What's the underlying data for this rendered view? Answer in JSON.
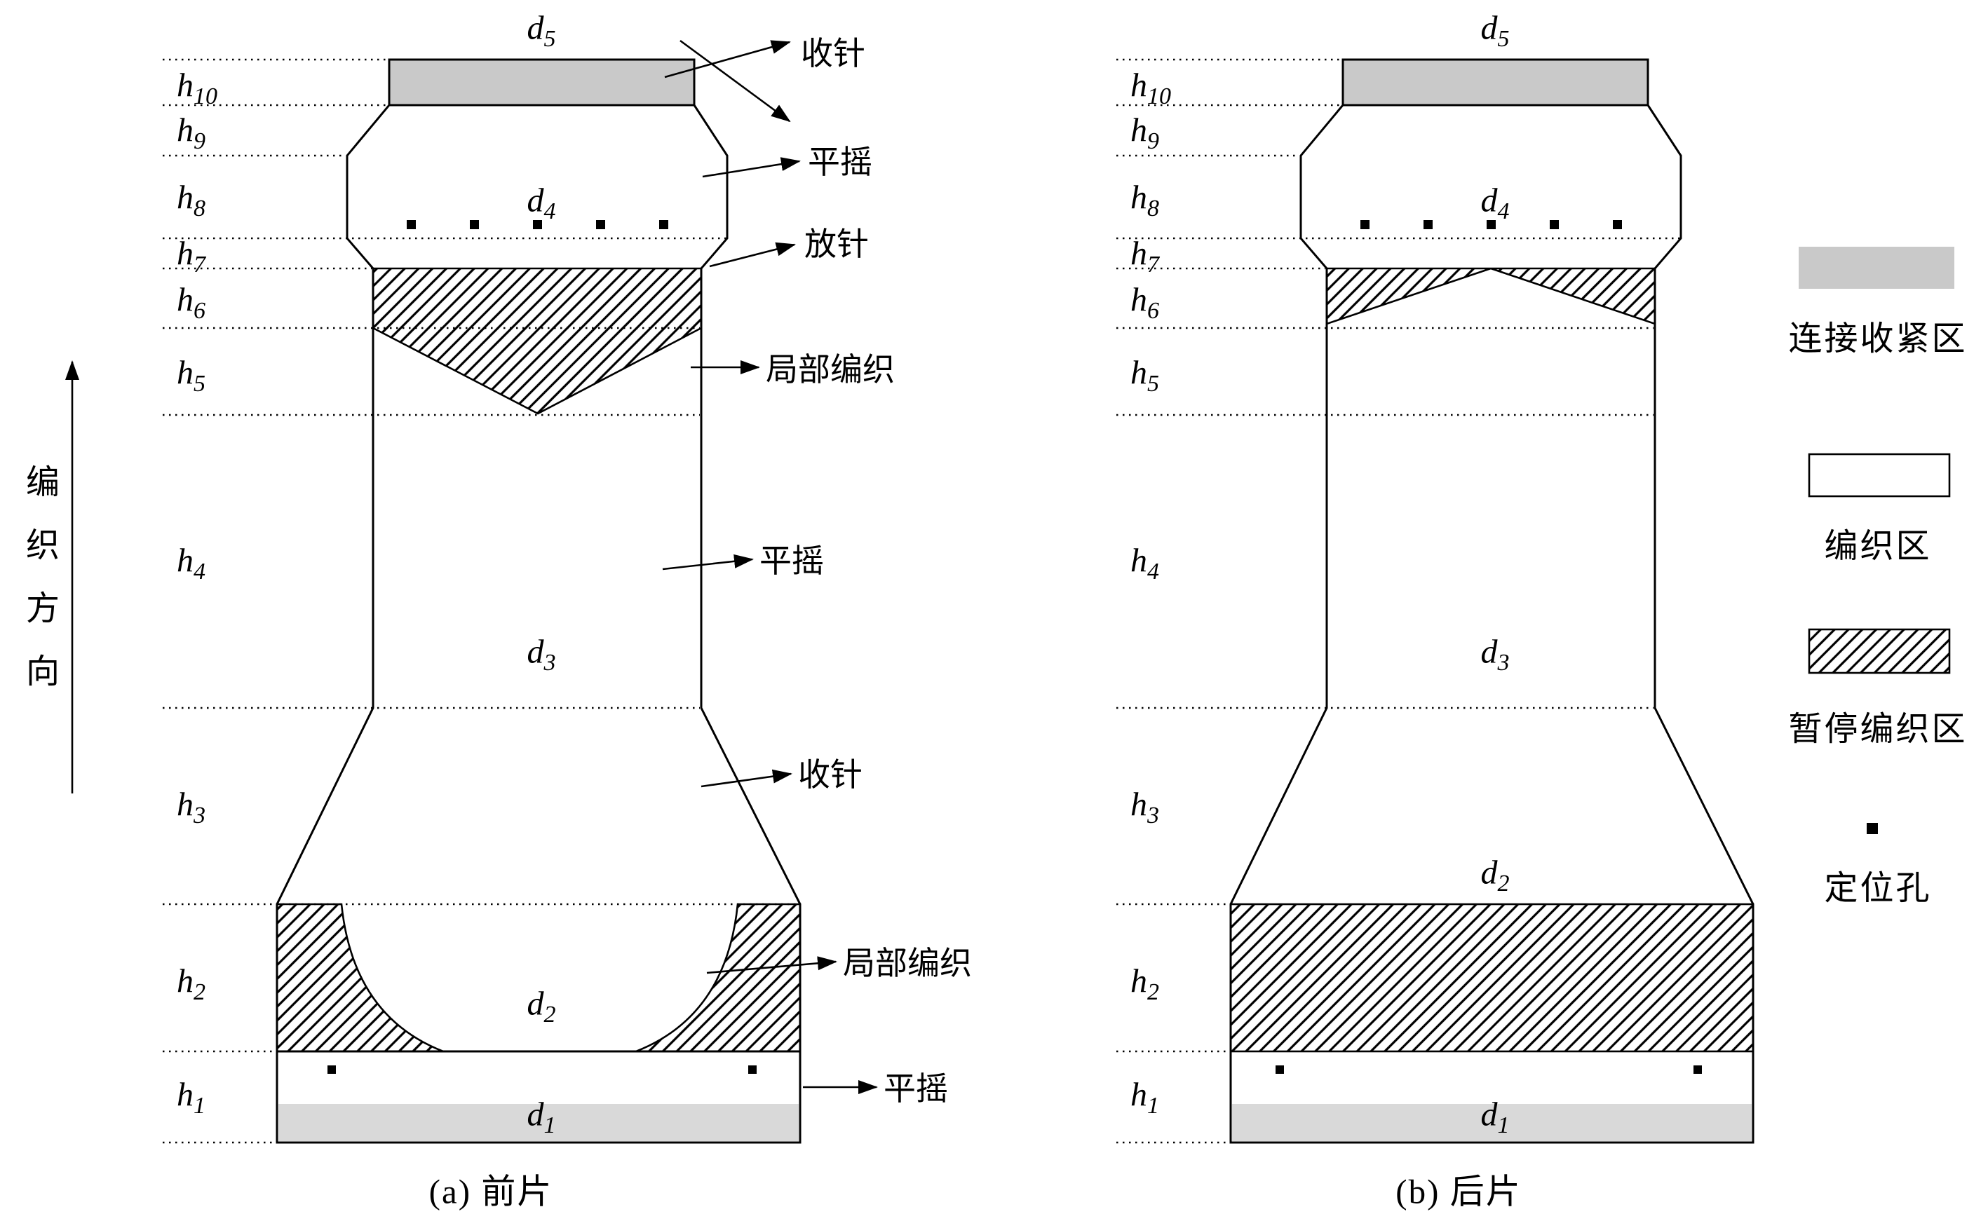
{
  "figure": {
    "direction_label": "编织方向",
    "caption_a": "(a)  前片",
    "caption_b": "(b)  后片"
  },
  "labels": {
    "h": [
      {
        "base": "h",
        "sub": "1"
      },
      {
        "base": "h",
        "sub": "2"
      },
      {
        "base": "h",
        "sub": "3"
      },
      {
        "base": "h",
        "sub": "4"
      },
      {
        "base": "h",
        "sub": "5"
      },
      {
        "base": "h",
        "sub": "6"
      },
      {
        "base": "h",
        "sub": "7"
      },
      {
        "base": "h",
        "sub": "8"
      },
      {
        "base": "h",
        "sub": "9"
      },
      {
        "base": "h",
        "sub": "10"
      }
    ],
    "d": [
      {
        "base": "d",
        "sub": "1"
      },
      {
        "base": "d",
        "sub": "2"
      },
      {
        "base": "d",
        "sub": "3"
      },
      {
        "base": "d",
        "sub": "4"
      },
      {
        "base": "d",
        "sub": "5"
      }
    ]
  },
  "annotations": {
    "shouzhen_top": "收针",
    "pingyao_top": "平摇",
    "fangzhen": "放针",
    "jubu_top": "局部编织",
    "pingyao_mid": "平摇",
    "shouzhen_mid": "收针",
    "jubu_bottom": "局部编织",
    "pingyao_bottom": "平摇"
  },
  "legend": {
    "connect_zone": "连接收紧区",
    "knit_zone": "编织区",
    "pause_zone": "暂停编织区",
    "position_hole": "定位孔"
  },
  "colors": {
    "connect_zone_fill": "#c9c9c9",
    "bottom_band_fill": "#d9d9d9",
    "line": "#000000"
  }
}
